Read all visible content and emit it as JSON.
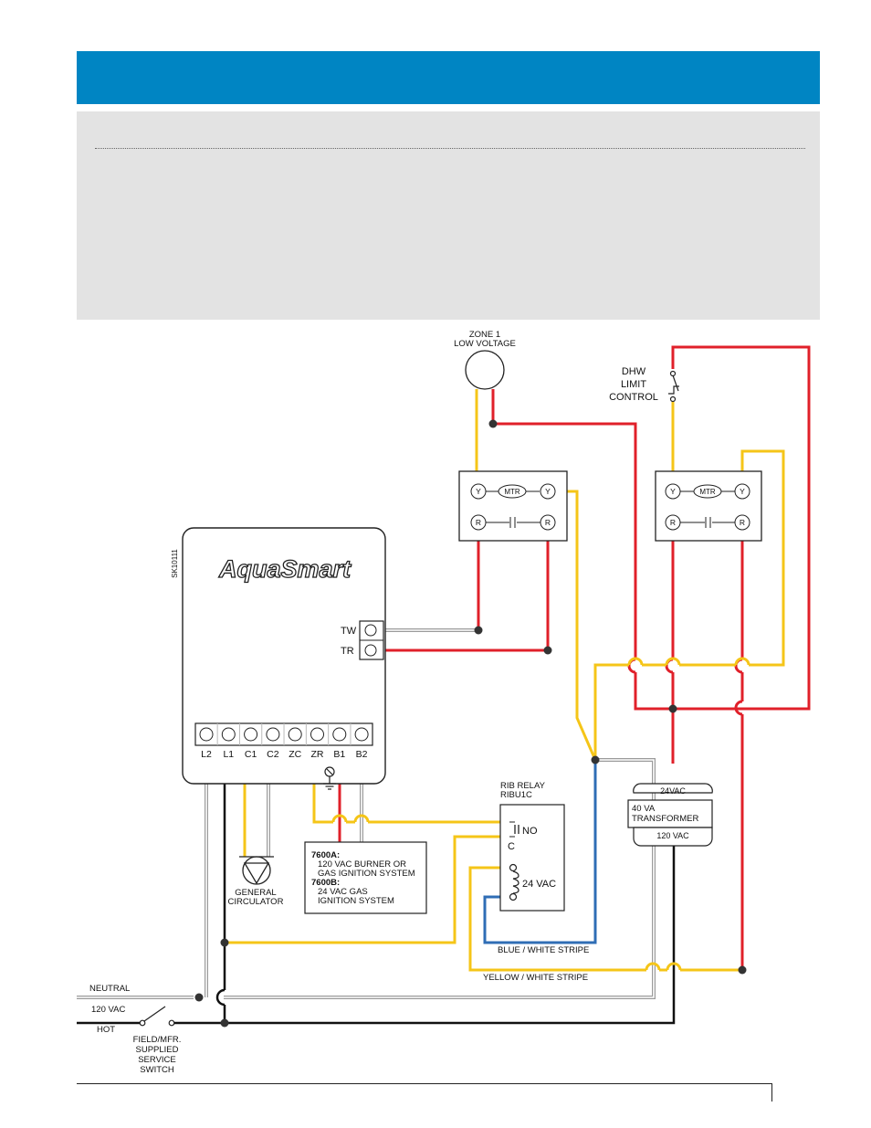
{
  "diagram": {
    "sketch_id": "SK10111",
    "brand": "AquaSmart",
    "zone1": {
      "line1": "ZONE 1",
      "line2": "LOW VOLTAGE"
    },
    "dhw": {
      "line1": "DHW",
      "line2": "LIMIT",
      "line3": "CONTROL"
    },
    "valve_terminals": {
      "y": "Y",
      "r": "R",
      "mtr": "MTR"
    },
    "tstat_terminals": {
      "tw": "TW",
      "tr": "TR"
    },
    "bottom_terminals": [
      "L2",
      "L1",
      "C1",
      "C2",
      "ZC",
      "ZR",
      "B1",
      "B2"
    ],
    "circulator": {
      "line1": "GENERAL",
      "line2": "CIRCULATOR"
    },
    "burner_box": {
      "a_title": "7600A:",
      "a_line1": "120 VAC BURNER OR",
      "a_line2": "GAS IGNITION SYSTEM",
      "b_title": "7600B:",
      "b_line1": "24 VAC GAS",
      "b_line2": "IGNITION SYSTEM"
    },
    "relay": {
      "line1": "RIB RELAY",
      "line2": "RIBU1C",
      "no": "NO",
      "c": "C",
      "coil": "24 VAC"
    },
    "transformer": {
      "top": "24VAC",
      "line1": "40 VA",
      "line2": "TRANSFORMER",
      "bottom": "120 VAC"
    },
    "wire_labels": {
      "blue": "BLUE / WHITE STRIPE",
      "yellow": "YELLOW / WHITE STRIPE"
    },
    "power": {
      "neutral": "NEUTRAL",
      "vac": "120 VAC",
      "hot": "HOT",
      "switch_lines": [
        "FIELD/MFR.",
        "SUPPLIED",
        "SERVICE",
        "SWITCH"
      ]
    },
    "colors": {
      "header": "#0085c3",
      "panel": "#e3e3e3",
      "red_wire": "#e0202a",
      "yellow_wire": "#f5c518",
      "blue_wire": "#2f6db5",
      "black_wire": "#111111"
    }
  }
}
